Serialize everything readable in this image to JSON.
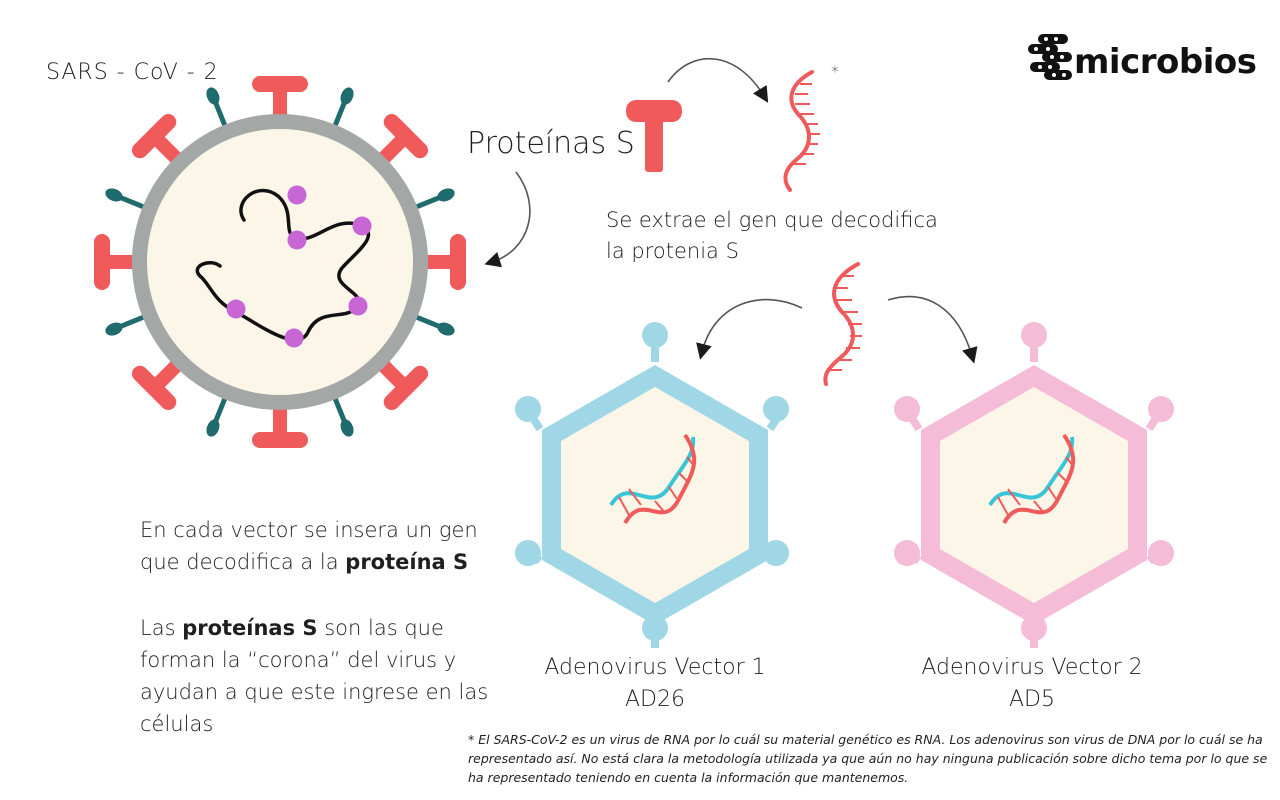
{
  "brand": {
    "logo_text": "microbios"
  },
  "virus": {
    "label": "SARS - CoV - 2"
  },
  "spike": {
    "label": "Proteínas S",
    "footnote_marker": "*"
  },
  "extraction": {
    "text": "Se extrae el gen que decodifica la protenia S"
  },
  "vectors": [
    {
      "line1": "Adenovirus Vector 1",
      "line2": "AD26"
    },
    {
      "line1": "Adenovirus Vector 2",
      "line2": "AD5"
    }
  ],
  "description": {
    "p1_pre": "En cada vector se insera un gen que decodifica a la ",
    "p1_bold": "proteína S",
    "p2_pre": "Las ",
    "p2_bold": "proteínas S",
    "p2_post": " son las que forman la “corona” del virus y ayudan a que este ingrese en las células"
  },
  "footnote": "* El SARS-CoV-2 es un virus de RNA por lo cuál su material genético es RNA. Los adenovirus son virus de DNA por lo cuál se ha representado así. No está clara la metodología utilizada ya que aún no hay ninguna publicación sobre dicho tema por lo que se ha representado teniendo en cuenta la información que mantenemos.",
  "colors": {
    "spike_red": "#f05a5a",
    "membrane_gray": "#a3a7a5",
    "core_cream": "#fbf6e8",
    "teal_protein": "#1f6b6e",
    "rna_node_purple": "#c966d6",
    "vector1_blue": "#9fd7e6",
    "vector2_pink": "#f4bcd6",
    "dna_teal": "#38c6d6"
  }
}
